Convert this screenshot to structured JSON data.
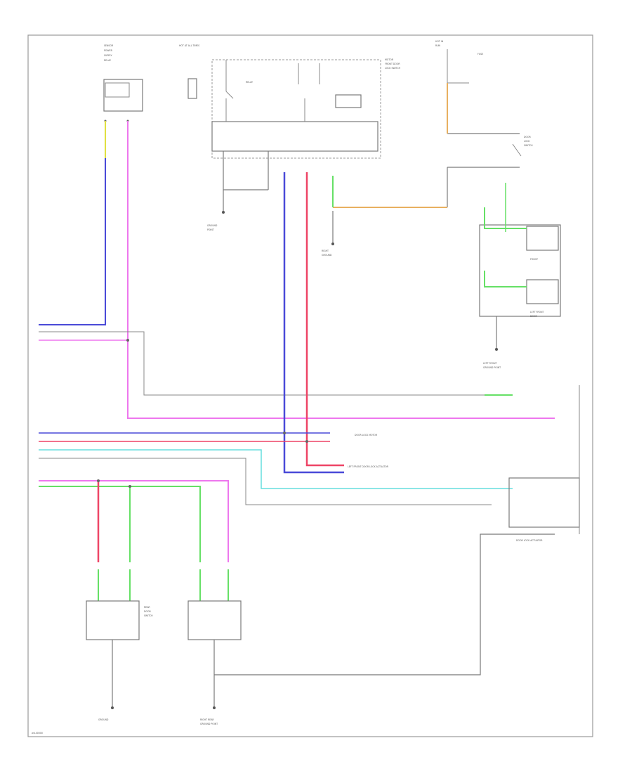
{
  "diagram": {
    "footer_code": "wd-00000",
    "colors": {
      "blue": "#4a4ad8",
      "pink": "#ee77ee",
      "red": "#ee4466",
      "green": "#66e066",
      "yellow": "#e0e040",
      "orange": "#e8b060",
      "cyan": "#66dddd",
      "gray": "#888888",
      "black": "#555555"
    },
    "labels": [
      "SENSOR",
      "POWER",
      "SUPPLY",
      "RELAY",
      "HOT AT ALL TIMES",
      "RELAY",
      "MOTOR",
      "FRONT DOOR",
      "LOCK SWITCH",
      "HOT IN",
      "RUN",
      "FUSE",
      "DOOR",
      "LOCK",
      "SWITCH",
      "FRONT",
      "RIGHT",
      "GROUND",
      "GROUND",
      "POINT",
      "DOOR LOCK MOTOR",
      "LEFT FRONT",
      "DOOR",
      "LEFT FRONT DOOR LOCK ACTUATOR",
      "DOOR LOCK ACTUATOR",
      "REAR",
      "DOOR",
      "SWITCH",
      "GROUND",
      "LEFT FRONT",
      "GROUND POINT",
      "RIGHT REAR",
      "GROUND POINT"
    ],
    "wires": [
      "BLU",
      "PNK",
      "RED",
      "GRN",
      "LT GRN",
      "YEL",
      "ORN",
      "GRY",
      "BLK"
    ]
  }
}
